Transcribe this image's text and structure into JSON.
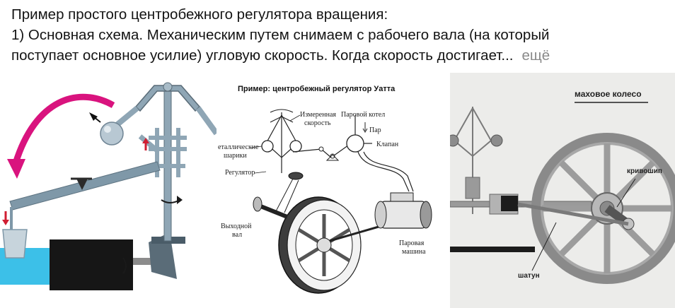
{
  "post": {
    "line1": "Пример простого центробежного регулятора вращения:",
    "line2": "1) Основная схема. Механическим путем снимаем с рабочего вала (на который",
    "line3": "поступает основное усилие) угловую скорость. Когда скорость достигает...",
    "more_label": "ещё"
  },
  "images": [
    {
      "kind": "illustration",
      "description_icon": "centrifugal-governor-scheme"
    },
    {
      "kind": "diagram",
      "title": "Пример: центробежный регулятор Уатта",
      "labels": {
        "measured_speed_1": "Измеренная",
        "measured_speed_2": "скорость",
        "boiler": "Паровой котел",
        "steam": "Пар",
        "valve": "Клапан",
        "balls_1": "еталлические",
        "balls_2": "шарики",
        "governor": "Регулятор",
        "output_shaft_1": "Выходной",
        "output_shaft_2": "вал",
        "engine_1": "Паровая",
        "engine_2": "машина"
      }
    },
    {
      "kind": "illustration",
      "labels": {
        "flywheel": "маховое колесо",
        "crank": "кривошип",
        "rod": "шатун"
      }
    }
  ],
  "colors": {
    "machine_blue": "#7f98a8",
    "machine_blue_light": "#a9bcc8",
    "magenta_arrow": "#d9137e",
    "water": "#3cc0e8",
    "red_arrow": "#d01e32"
  }
}
